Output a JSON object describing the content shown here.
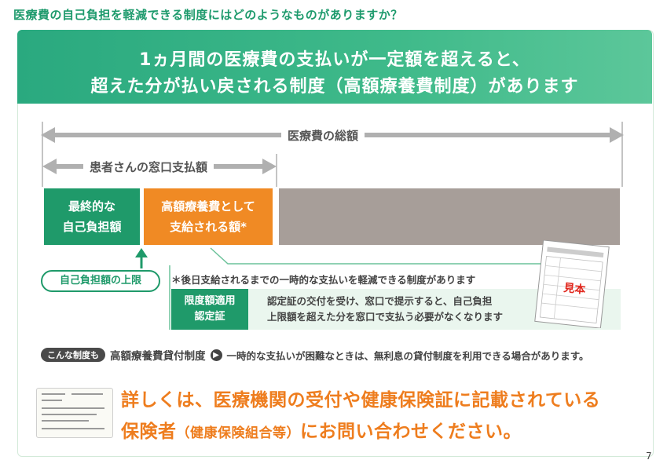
{
  "question_title": "医療費の自己負担を軽減できる制度にはどのようなものがありますか？",
  "banner": {
    "line1": "1ヵ月間の医療費の支払いが一定額を超えると、",
    "line2": "超えた分が払い戻される制度（高額療養費制度）があります"
  },
  "diagram": {
    "total_label": "医療費の総額",
    "window_label": "患者さんの窓口支払額",
    "final_box": {
      "line1": "最終的な",
      "line2": "自己負担額"
    },
    "orange_box": {
      "line1": "高額療養費として",
      "line2": "支給される額*"
    },
    "limit_label": "自己負担額の上限"
  },
  "note": "＊後日支給されるまでの一時的な支払いを軽減できる制度があります",
  "card": {
    "label_line1": "限度額適用",
    "label_line2": "認定証",
    "desc_line1": "認定証の交付を受け、窓口で提示すると、自己負担",
    "desc_line2": "上限額を超えた分を窓口で支払う必要がなくなります",
    "sample_stamp": "見本"
  },
  "other": {
    "tag": "こんな制度も",
    "title": "高額療養費貸付制度",
    "desc": "一時的な支払いが困難なときは、無利息の貸付制度を利用できる場合があります。"
  },
  "bottom": {
    "line1": "詳しくは、医療機関の受付や健康保険証に記載されている",
    "line2_main": "保険者",
    "line2_small": "（健康保険組合等）",
    "line2_end": "にお問い合わせください。"
  },
  "page_number": "7",
  "colors": {
    "green": "#1f9a6a",
    "orange": "#f08a24",
    "gray": "#a79e99",
    "accent_text": "#ee7d1e"
  }
}
